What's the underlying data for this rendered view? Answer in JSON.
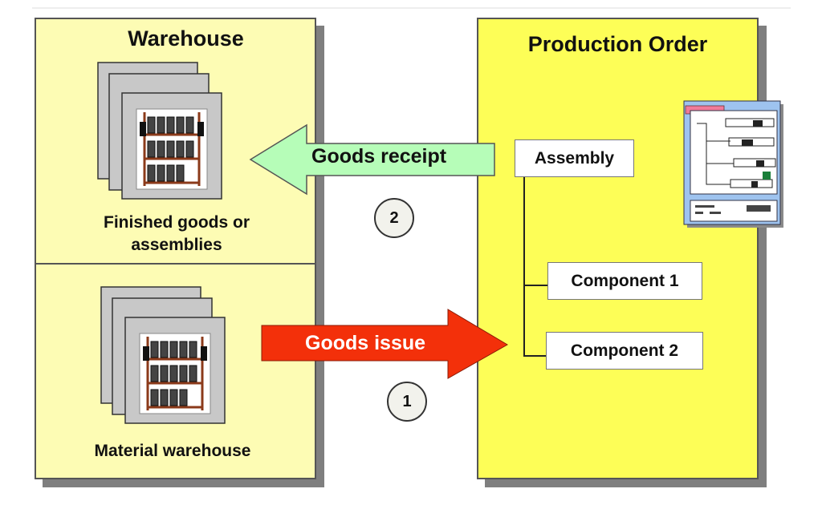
{
  "warehouse": {
    "title": "Warehouse",
    "finished_label_line1": "Finished goods or",
    "finished_label_line2": "assemblies",
    "material_label": "Material warehouse"
  },
  "production_order": {
    "title": "Production Order",
    "assembly": "Assembly",
    "components": [
      "Component 1",
      "Component 2"
    ]
  },
  "flows": {
    "goods_receipt": "Goods receipt",
    "goods_receipt_step": "2",
    "goods_issue": "Goods issue",
    "goods_issue_step": "1"
  },
  "colors": {
    "warehouse_bg": "#fdfcb4",
    "production_bg": "#fdfe57",
    "receipt_arrow": "#b6fdb8",
    "issue_arrow": "#f3300a"
  },
  "icons": {
    "shelf": "warehouse-shelf-icon",
    "document": "production-order-document-icon"
  }
}
